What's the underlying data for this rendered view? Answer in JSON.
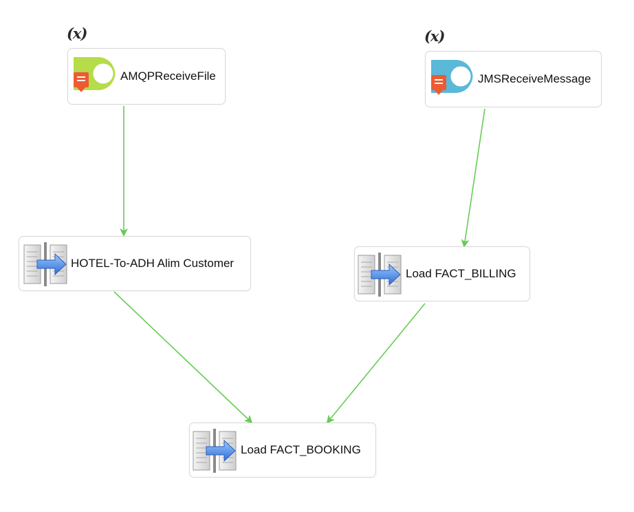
{
  "nodes": {
    "amqp": {
      "label": "AMQPReceiveFile",
      "marker": "(x)",
      "accent": "#b5dc49"
    },
    "jms": {
      "label": "JMSReceiveMessage",
      "marker": "(x)",
      "accent": "#5ab8d9"
    },
    "hotel": {
      "label": "HOTEL-To-ADH Alim Customer"
    },
    "billing": {
      "label": "Load FACT_BILLING"
    },
    "booking": {
      "label": "Load FACT_BOOKING"
    }
  },
  "colors": {
    "edge": "#66cc55",
    "event_doc": "#ee5a32",
    "arrow_blue": "#3a7fe0"
  },
  "icons": {
    "event": "event-receiver-icon",
    "mapping": "data-mapping-icon"
  }
}
